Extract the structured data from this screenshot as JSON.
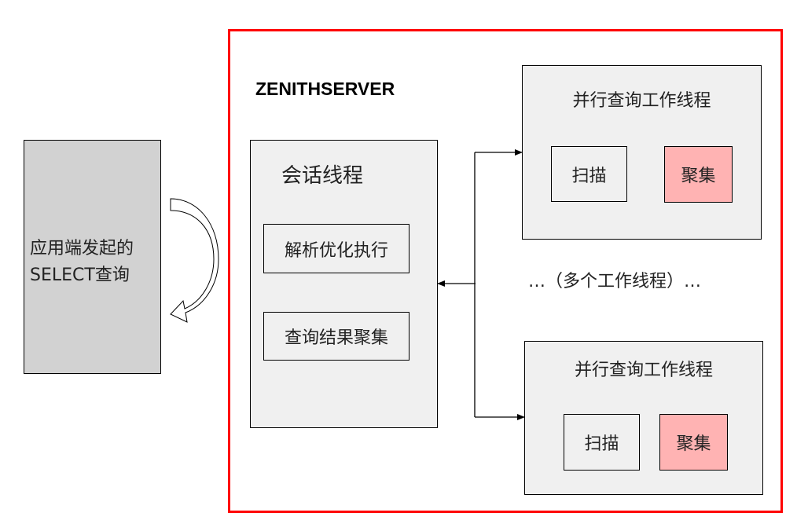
{
  "client": {
    "label_line1": "应用端发起的",
    "label_line2": "SELECT查询"
  },
  "server": {
    "title": "ZENITHSERVER",
    "border_color": "#ff0000"
  },
  "session_thread": {
    "title": "会话线程",
    "steps": [
      {
        "label": "解析优化执行"
      },
      {
        "label": "查询结果聚集"
      }
    ]
  },
  "workers": [
    {
      "title": "并行查询工作线程",
      "scan_label": "扫描",
      "agg_label": "聚集"
    },
    {
      "title": "并行查询工作线程",
      "scan_label": "扫描",
      "agg_label": "聚集"
    }
  ],
  "ellipsis_label": "…（多个工作线程）…",
  "colors": {
    "client_fill": "#d2d2d2",
    "box_fill": "#f0f0f0",
    "agg_fill": "#ffb3b3"
  }
}
